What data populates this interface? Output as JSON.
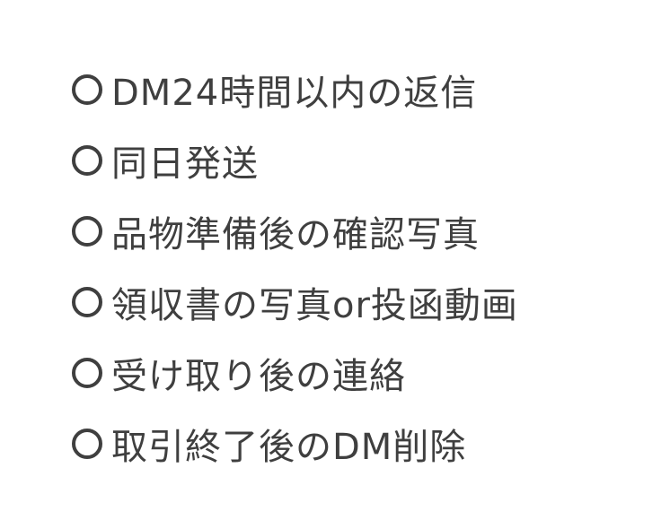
{
  "checklist": {
    "items": [
      {
        "marker": "circle-outline-icon",
        "text": "DM24時間以内の返信"
      },
      {
        "marker": "circle-outline-icon",
        "text": "同日発送"
      },
      {
        "marker": "circle-outline-icon",
        "text": "品物準備後の確認写真"
      },
      {
        "marker": "circle-outline-icon",
        "text": "領収書の写真or投函動画"
      },
      {
        "marker": "circle-outline-icon",
        "text": "受け取り後の連絡"
      },
      {
        "marker": "circle-outline-icon",
        "text": "取引終了後のDM削除"
      }
    ],
    "text_color": "#3f3f3f",
    "background_color": "#ffffff"
  }
}
